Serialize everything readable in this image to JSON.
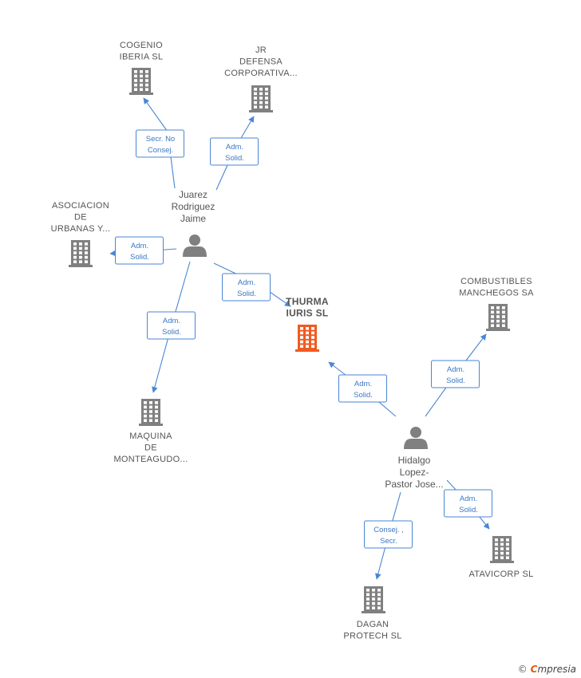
{
  "colors": {
    "company": "#808080",
    "main_company": "#f05a22",
    "person": "#808080",
    "edge": "#4a86d4"
  },
  "nodes": [
    {
      "id": "cogenio",
      "kind": "company",
      "lines": [
        "COGENIO",
        "IBERIA  SL"
      ]
    },
    {
      "id": "jr",
      "kind": "company",
      "lines": [
        "JR",
        "DEFENSA",
        "CORPORATIVA..."
      ]
    },
    {
      "id": "asociacion",
      "kind": "company",
      "lines": [
        "ASOCIACION",
        "DE",
        "URBANAS Y..."
      ]
    },
    {
      "id": "thurma",
      "kind": "main",
      "lines": [
        "THURMA",
        "IURIS  SL"
      ]
    },
    {
      "id": "combustibles",
      "kind": "company",
      "lines": [
        "COMBUSTIBLES",
        "MANCHEGOS SA"
      ]
    },
    {
      "id": "maquina",
      "kind": "company",
      "lines": [
        "MAQUINA",
        "DE",
        "MONTEAGUDO..."
      ]
    },
    {
      "id": "atavicorp",
      "kind": "company",
      "lines": [
        "ATAVICORP SL"
      ]
    },
    {
      "id": "dagan",
      "kind": "company",
      "lines": [
        "DAGAN",
        "PROTECH  SL"
      ]
    },
    {
      "id": "juarez",
      "kind": "person",
      "lines": [
        "Juarez",
        "Rodriguez",
        "Jaime"
      ]
    },
    {
      "id": "hidalgo",
      "kind": "person",
      "lines": [
        "Hidalgo",
        "Lopez-",
        "Pastor Jose..."
      ]
    }
  ],
  "edges": [
    {
      "from": "juarez",
      "to": "cogenio",
      "lines": [
        "Secr.  No",
        "Consej."
      ]
    },
    {
      "from": "juarez",
      "to": "jr",
      "lines": [
        "Adm.",
        "Solid."
      ]
    },
    {
      "from": "juarez",
      "to": "asociacion",
      "lines": [
        "Adm.",
        "Solid."
      ]
    },
    {
      "from": "juarez",
      "to": "thurma",
      "lines": [
        "Adm.",
        "Solid."
      ]
    },
    {
      "from": "juarez",
      "to": "maquina",
      "lines": [
        "Adm.",
        "Solid."
      ]
    },
    {
      "from": "hidalgo",
      "to": "thurma",
      "lines": [
        "Adm.",
        "Solid."
      ]
    },
    {
      "from": "hidalgo",
      "to": "combustibles",
      "lines": [
        "Adm.",
        "Solid."
      ]
    },
    {
      "from": "hidalgo",
      "to": "atavicorp",
      "lines": [
        "Adm.",
        "Solid."
      ]
    },
    {
      "from": "hidalgo",
      "to": "dagan",
      "lines": [
        "Consej. ,",
        "Secr."
      ]
    }
  ],
  "brand": {
    "copyright": "©",
    "initial": "C",
    "rest": "mpresia"
  }
}
